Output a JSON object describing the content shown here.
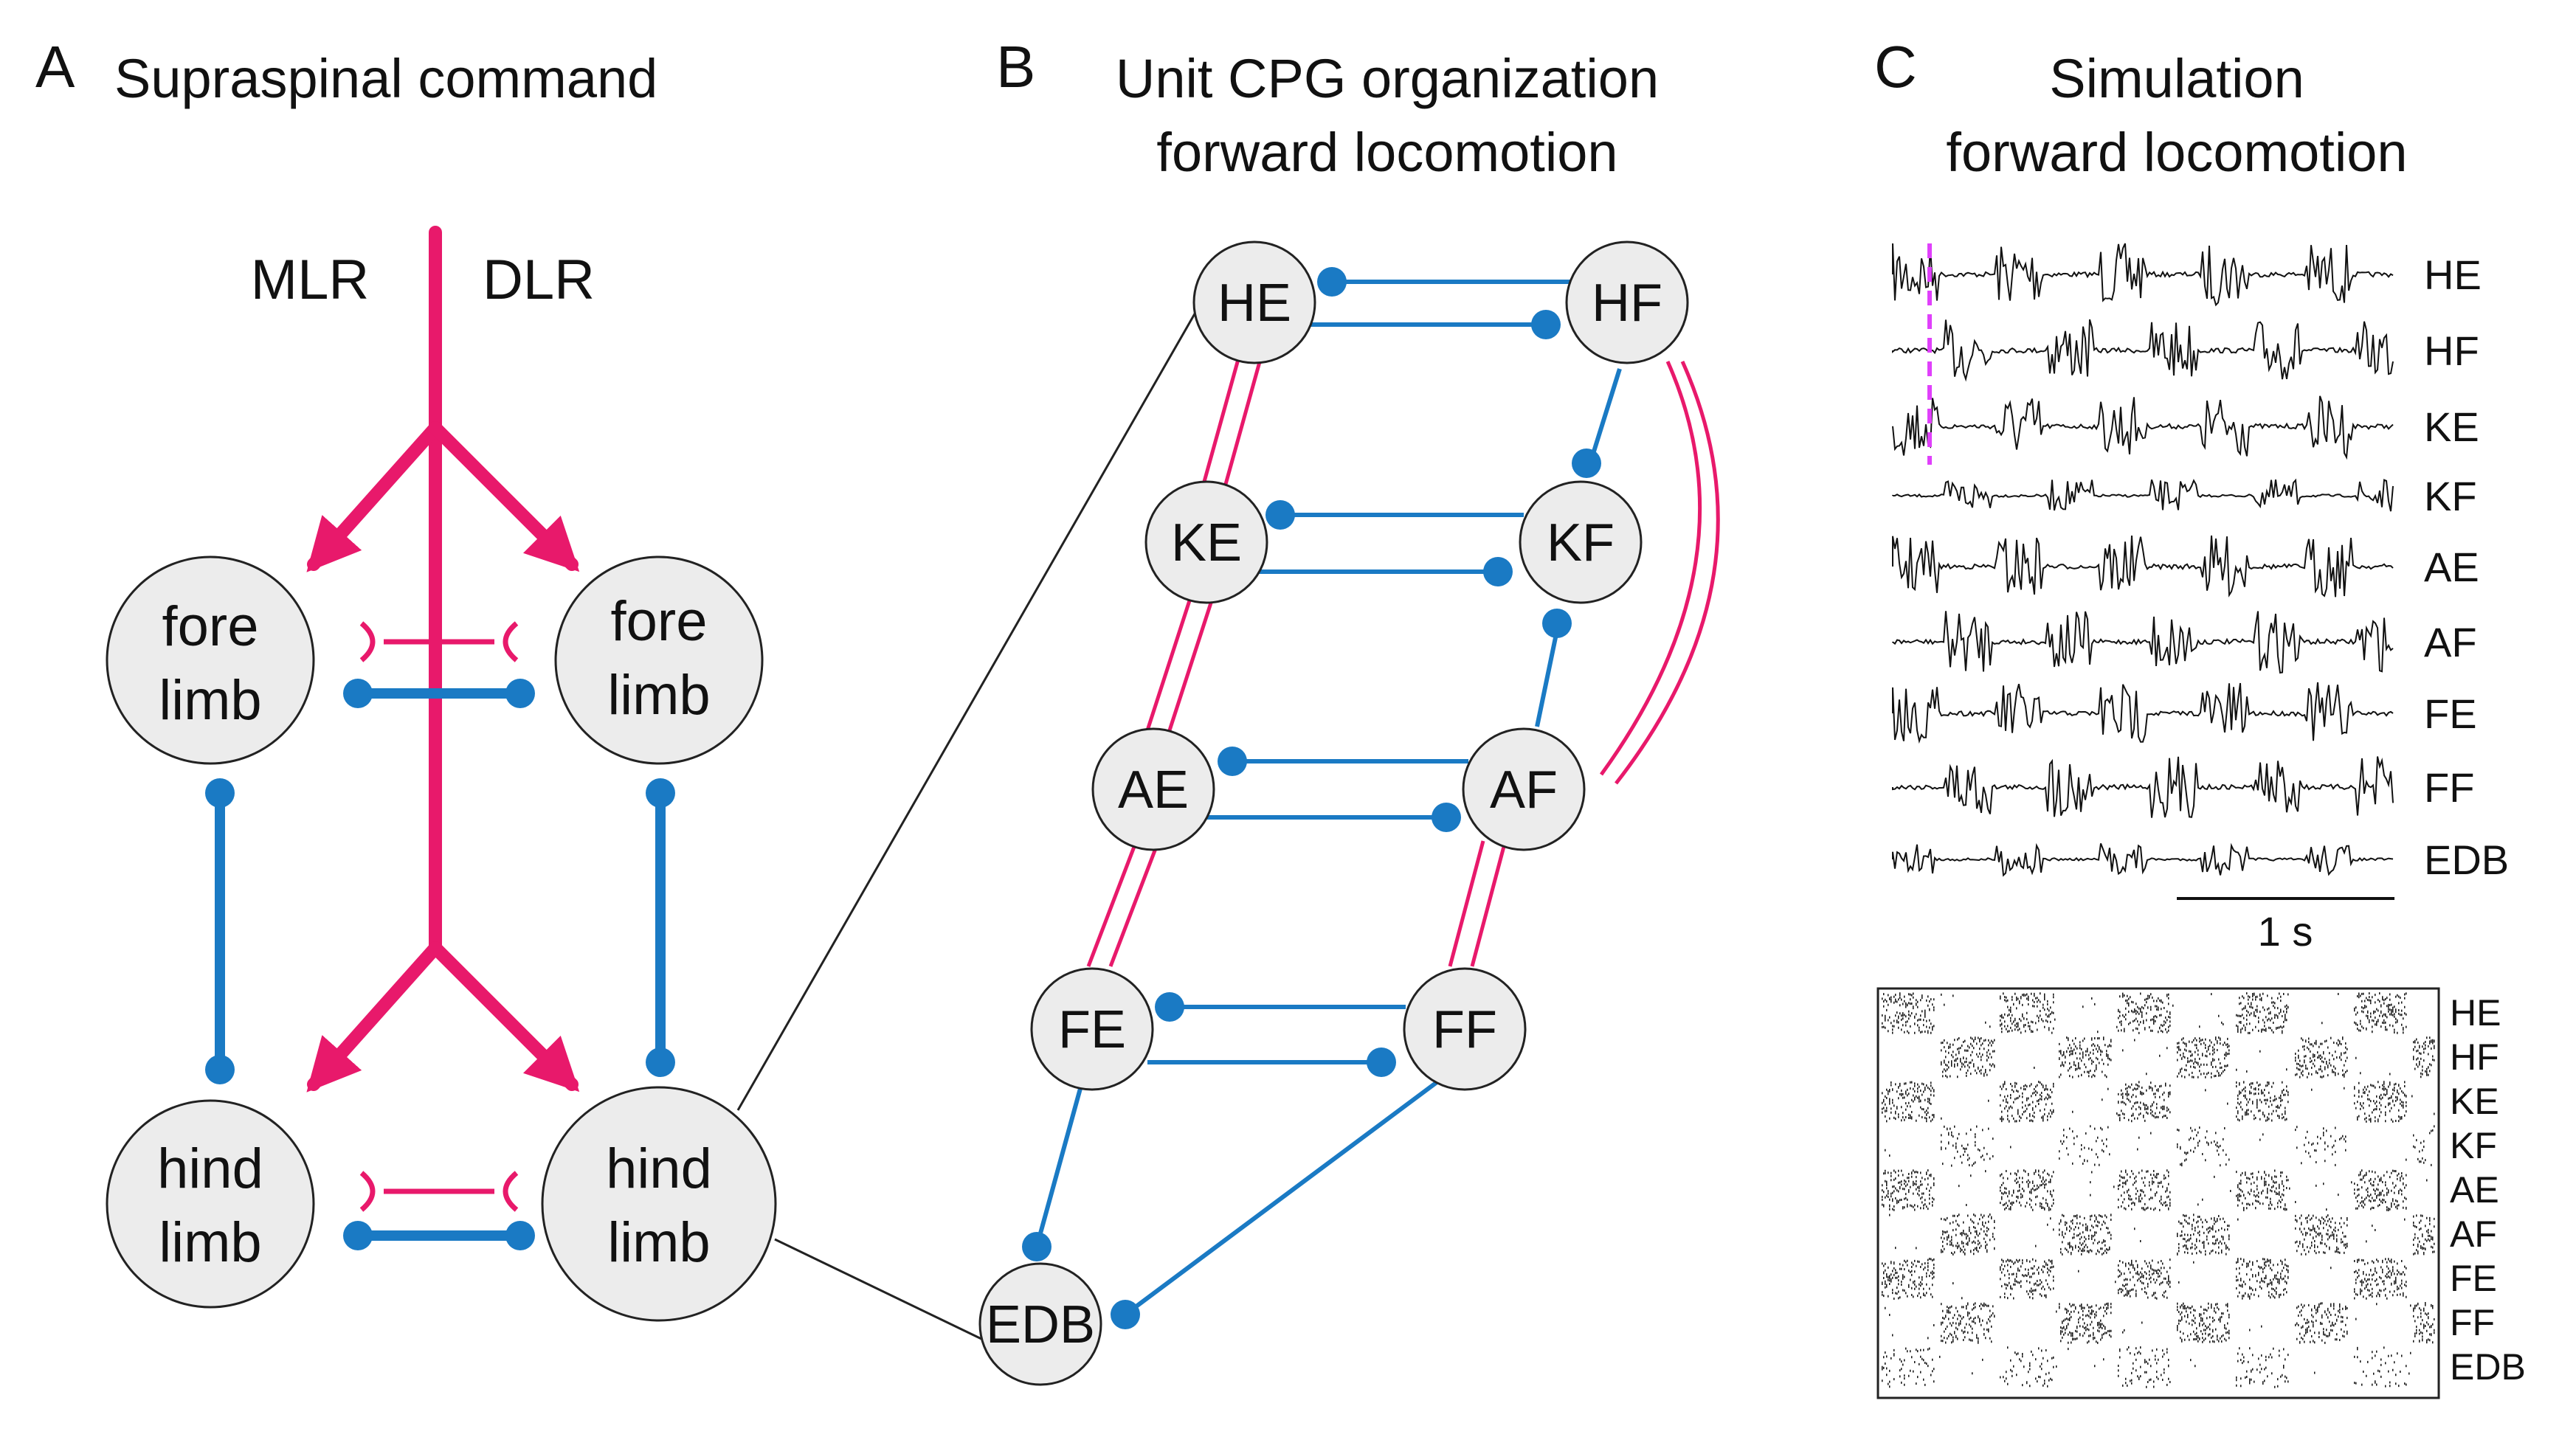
{
  "panels": {
    "a": {
      "letter": "A",
      "title": "Supraspinal command"
    },
    "b": {
      "letter": "B",
      "title_line1": "Unit CPG organization",
      "title_line2": "forward locomotion"
    },
    "c": {
      "letter": "C",
      "title_line1": "Simulation",
      "title_line2": "forward locomotion"
    }
  },
  "panel_a": {
    "mlr": "MLR",
    "dlr": "DLR",
    "fore_left": [
      "fore",
      "limb"
    ],
    "fore_right": [
      "fore",
      "limb"
    ],
    "hind_left": [
      "hind",
      "limb"
    ],
    "hind_right": [
      "hind",
      "limb"
    ]
  },
  "panel_b": {
    "nodes": [
      "HE",
      "HF",
      "KE",
      "KF",
      "AE",
      "AF",
      "FE",
      "FF",
      "EDB"
    ]
  },
  "panel_c": {
    "trace_labels": [
      "HE",
      "HF",
      "KE",
      "KF",
      "AE",
      "AF",
      "FE",
      "FF",
      "EDB"
    ],
    "scale_bar": "1 s",
    "raster_labels": [
      "HE",
      "HF",
      "KE",
      "KF",
      "AE",
      "AF",
      "FE",
      "FF",
      "EDB"
    ]
  },
  "colors": {
    "excitatory": "#e8196b",
    "inhibitory": "#1a7ac4",
    "node_fill": "#ececec",
    "marker": "#e040fb"
  }
}
